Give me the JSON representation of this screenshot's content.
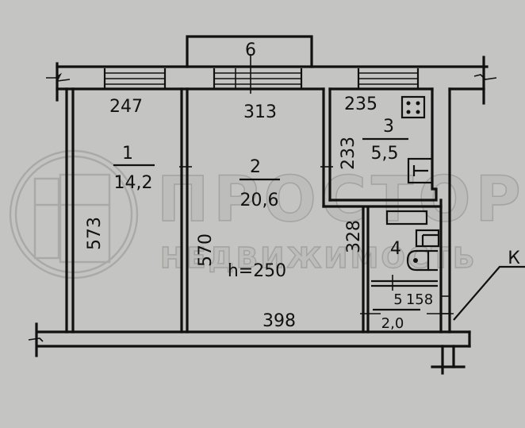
{
  "plan": {
    "rooms": [
      {
        "number": "1",
        "area": "14,2"
      },
      {
        "number": "2",
        "area": "20,6"
      },
      {
        "number": "3",
        "area": "5,5"
      },
      {
        "number": "4",
        "area": ""
      },
      {
        "number": "5",
        "area": "2,0"
      },
      {
        "number": "6",
        "area": ""
      }
    ],
    "dimensions": {
      "room1_width": "247",
      "room1_length": "573",
      "room2_width": "313",
      "room2_length": "570",
      "room2_bottom_width": "398",
      "room3_width": "235",
      "room3_length": "233",
      "room4_length": "328",
      "room5_length": "158",
      "ceiling_height": "h=250"
    },
    "annotations": {
      "shaft_label": "К"
    },
    "fixtures": [
      "stove-icon",
      "sink-icon",
      "bathtub-icon",
      "toilet-icon",
      "washbasin-icon"
    ]
  },
  "watermark": {
    "line1": "ПРОСТОР",
    "line2": "НЕДВИЖИМОСТЬ"
  },
  "colors": {
    "background": "#c4c4c2",
    "ink": "#111111",
    "watermark": "#a9a9a7"
  }
}
